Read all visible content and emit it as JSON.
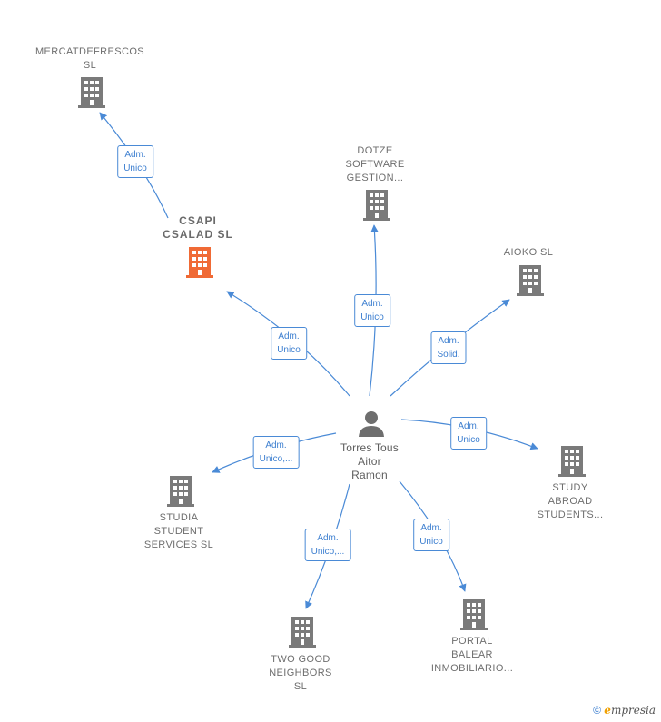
{
  "colors": {
    "edge": "#4a8ad6",
    "building": "#7a7a7a",
    "highlight": "#f06a35",
    "person": "#6e6e6e"
  },
  "central": {
    "label": "Torres Tous\nAitor\nRamon",
    "icon": "person-icon"
  },
  "nodes": [
    {
      "label": "MERCATDEFRESCOS\nSL",
      "icon": "building-icon"
    },
    {
      "label": "CSAPI\nCSALAD  SL",
      "icon": "building-icon",
      "highlight": true
    },
    {
      "label": "DOTZE\nSOFTWARE\nGESTION...",
      "icon": "building-icon"
    },
    {
      "label": "AIOKO SL",
      "icon": "building-icon"
    },
    {
      "label": "STUDY\nABROAD\nSTUDENTS...",
      "icon": "building-icon"
    },
    {
      "label": "STUDIA\nSTUDENT\nSERVICES SL",
      "icon": "building-icon"
    },
    {
      "label": "TWO GOOD\nNEIGHBORS\nSL",
      "icon": "building-icon"
    },
    {
      "label": "PORTAL\nBALEAR\nINMOBILIARIO...",
      "icon": "building-icon"
    }
  ],
  "edges": [
    {
      "label": "Adm.\nUnico"
    },
    {
      "label": "Adm.\nUnico"
    },
    {
      "label": "Adm.\nUnico"
    },
    {
      "label": "Adm.\nSolid."
    },
    {
      "label": "Adm.\nUnico"
    },
    {
      "label": "Adm.\nUnico,..."
    },
    {
      "label": "Adm.\nUnico,..."
    },
    {
      "label": "Adm.\nUnico"
    }
  ],
  "footer": {
    "copyright": "©",
    "brand_e": "e",
    "brand_rest": "mpresia"
  }
}
